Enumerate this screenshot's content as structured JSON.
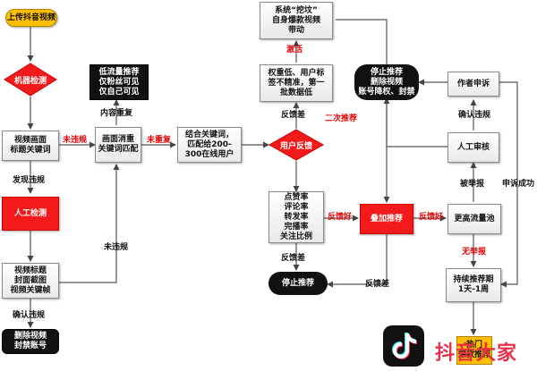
{
  "nodes": {
    "upload": "上传抖音视频",
    "machine_check": "机器检测",
    "title_keywords": "视频画面\n标题关键词",
    "manual_check": "人工检测",
    "frame_keywords": "视频标题\n封面截图\n视频关键帧",
    "delete_ban": "删除视频\n封禁账号",
    "dedup": "画面消重\n关键词匹配",
    "low_traffic": "低流量推荐\n仅粉丝可见\n仅自己可见",
    "initial_pool": "结合关键词，\n匹配给200-\n300在线用户",
    "user_feedback": "用户反馈",
    "metrics": "点赞率\n评论率\n转发率\n完播率\n关注比例",
    "stop_recommend": "停止推荐",
    "high_weight": "权重低、用户标\n签不精准，第一\n批数据低",
    "dig_out": "系统“挖坟”\n自身爆款视频\n带动",
    "boost": "叠加推荐",
    "stop_delete": "停止推荐\n删除视频\n账号降权、封禁",
    "appeal": "作者申诉",
    "review": "人工审核",
    "bigger_pool": "更高流量池",
    "long_recommend": "持续推荐期\n1天-1周",
    "popular": "热门\n爆款推荐"
  },
  "labels": {
    "found_violation": "发现违规",
    "confirm_violation_left": "确认违规",
    "no_violation_1": "未违规",
    "no_violation_2": "未违规",
    "content_dup": "内容重复",
    "not_dup": "未重复",
    "feedback_bad_1": "反馈差",
    "feedback_bad_2": "反馈差",
    "feedback_bad_3": "反馈差",
    "feedback_good_1": "反馈好",
    "feedback_good_2": "反馈好",
    "activate": "激活",
    "second_recommend": "二次推荐",
    "confirm_violation_right": "确认违规",
    "reported": "被举报",
    "appeal_success": "申诉成功",
    "not_reported": "无举报"
  },
  "brand": {
    "icon": "tiktok-note-icon",
    "text": "抖音大家"
  }
}
